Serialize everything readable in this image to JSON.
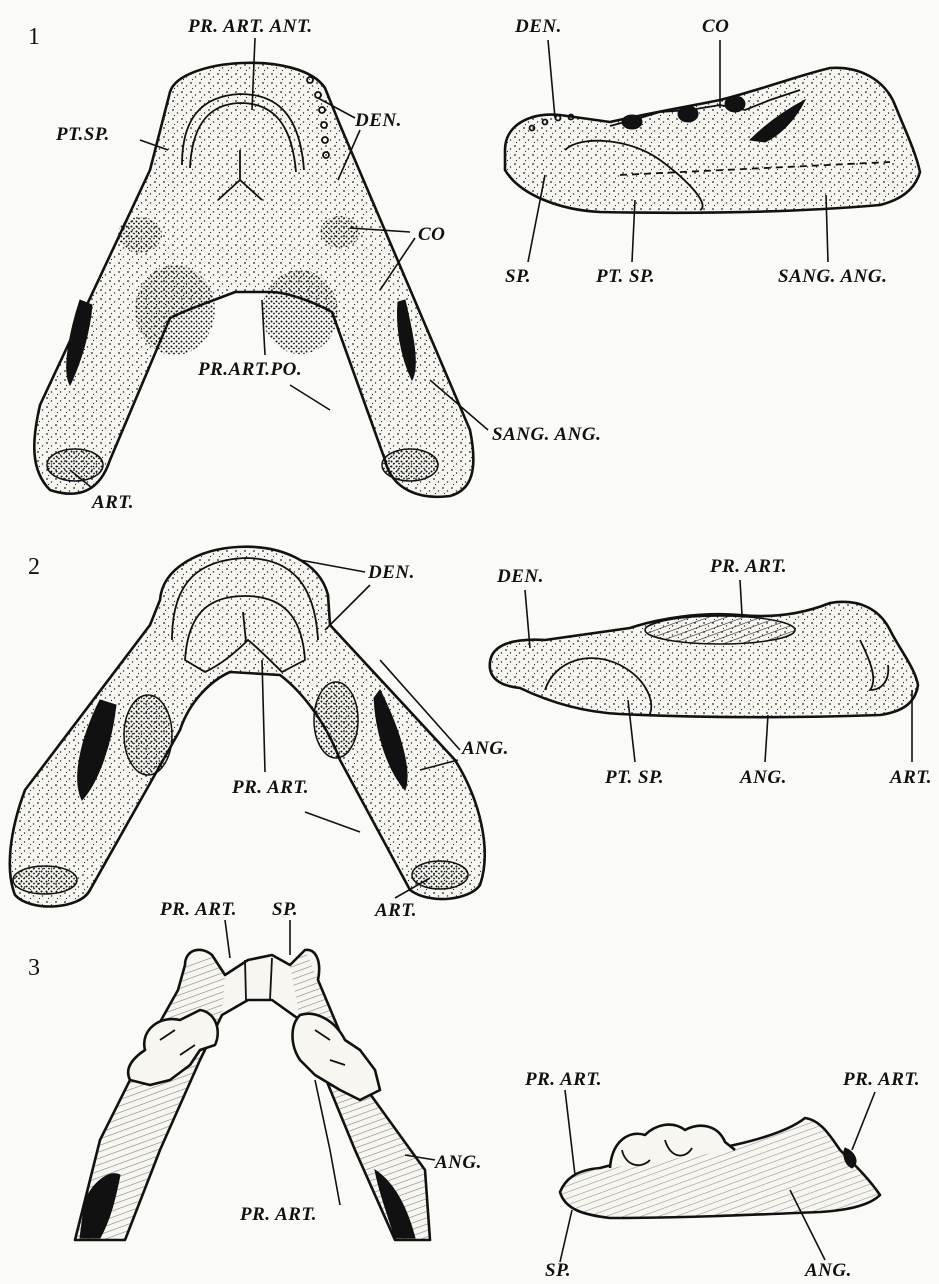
{
  "figures": [
    {
      "number": "1",
      "ventral_labels": {
        "pr_art_ant": "PR. ART. ANT.",
        "pt_sp": "PT.SP.",
        "den": "DEN.",
        "co": "CO",
        "pr_art_po": "PR.ART.PO.",
        "sang_ang": "SANG. ANG.",
        "art": "ART."
      },
      "lateral_labels": {
        "den": "DEN.",
        "co": "CO",
        "sp": "SP.",
        "pt_sp": "PT. SP.",
        "sang_ang": "SANG. ANG."
      }
    },
    {
      "number": "2",
      "ventral_labels": {
        "den": "DEN.",
        "ang": "ANG.",
        "pr_art": "PR. ART.",
        "art": "ART."
      },
      "lateral_labels": {
        "den": "DEN.",
        "pr_art": "PR. ART.",
        "pt_sp": "PT. SP.",
        "ang": "ANG.",
        "art": "ART."
      }
    },
    {
      "number": "3",
      "ventral_labels": {
        "pr_art_top": "PR. ART.",
        "sp": "SP.",
        "ang": "ANG.",
        "pr_art_bottom": "PR. ART."
      },
      "lateral_labels": {
        "pr_art_left": "PR. ART.",
        "pr_art_right": "PR. ART.",
        "sp": "SP.",
        "ang": "ANG."
      }
    }
  ]
}
